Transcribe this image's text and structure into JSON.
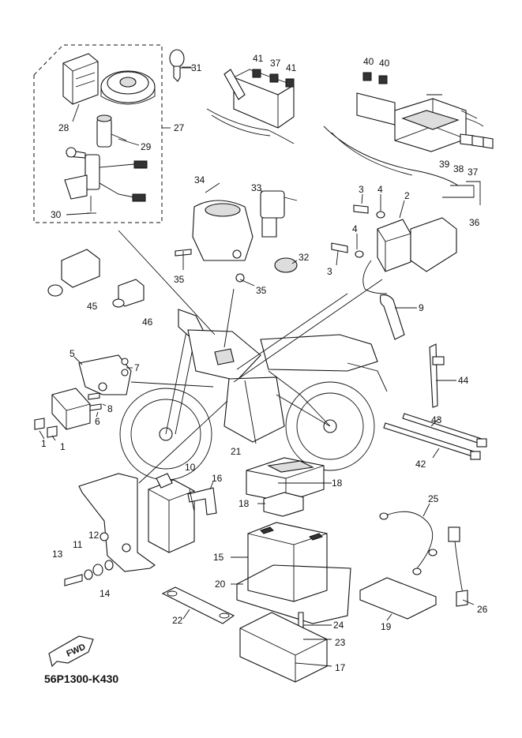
{
  "catalog_code": "56P1300-K430",
  "fwd_label": "FWD",
  "callouts": [
    {
      "id": "c31",
      "text": "31"
    },
    {
      "id": "c41a",
      "text": "41"
    },
    {
      "id": "c37a",
      "text": "37"
    },
    {
      "id": "c41b",
      "text": "41"
    },
    {
      "id": "c40a",
      "text": "40"
    },
    {
      "id": "c40b",
      "text": "40"
    },
    {
      "id": "c28",
      "text": "28"
    },
    {
      "id": "c27",
      "text": "27"
    },
    {
      "id": "c29",
      "text": "29"
    },
    {
      "id": "c30",
      "text": "30"
    },
    {
      "id": "c34",
      "text": "34"
    },
    {
      "id": "c33",
      "text": "33"
    },
    {
      "id": "c3a",
      "text": "3"
    },
    {
      "id": "c4a",
      "text": "4"
    },
    {
      "id": "c2",
      "text": "2"
    },
    {
      "id": "c39",
      "text": "39"
    },
    {
      "id": "c38",
      "text": "38"
    },
    {
      "id": "c37b",
      "text": "37"
    },
    {
      "id": "c36",
      "text": "36"
    },
    {
      "id": "c4b",
      "text": "4"
    },
    {
      "id": "c3b",
      "text": "3"
    },
    {
      "id": "c32",
      "text": "32"
    },
    {
      "id": "c35a",
      "text": "35"
    },
    {
      "id": "c35b",
      "text": "35"
    },
    {
      "id": "c45",
      "text": "45"
    },
    {
      "id": "c46",
      "text": "46"
    },
    {
      "id": "c9",
      "text": "9"
    },
    {
      "id": "c5",
      "text": "5"
    },
    {
      "id": "c7",
      "text": "7"
    },
    {
      "id": "c44",
      "text": "44"
    },
    {
      "id": "c8",
      "text": "8"
    },
    {
      "id": "c6",
      "text": "6"
    },
    {
      "id": "c1a",
      "text": "1"
    },
    {
      "id": "c1b",
      "text": "1"
    },
    {
      "id": "c43",
      "text": "43"
    },
    {
      "id": "c42",
      "text": "42"
    },
    {
      "id": "c21",
      "text": "21"
    },
    {
      "id": "c10",
      "text": "10"
    },
    {
      "id": "c16",
      "text": "16"
    },
    {
      "id": "c18a",
      "text": "18"
    },
    {
      "id": "c18b",
      "text": "18"
    },
    {
      "id": "c25",
      "text": "25"
    },
    {
      "id": "c15",
      "text": "15"
    },
    {
      "id": "c13",
      "text": "13"
    },
    {
      "id": "c11",
      "text": "11"
    },
    {
      "id": "c12",
      "text": "12"
    },
    {
      "id": "c14",
      "text": "14"
    },
    {
      "id": "c20",
      "text": "20"
    },
    {
      "id": "c26",
      "text": "26"
    },
    {
      "id": "c24",
      "text": "24"
    },
    {
      "id": "c19",
      "text": "19"
    },
    {
      "id": "c22",
      "text": "22"
    },
    {
      "id": "c23",
      "text": "23"
    },
    {
      "id": "c17",
      "text": "17"
    }
  ]
}
